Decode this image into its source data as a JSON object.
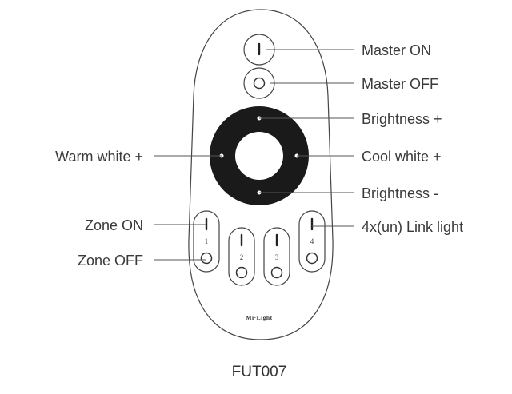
{
  "model_label": "FUT007",
  "brand_text": "Mi·Light",
  "labels": {
    "master_on": "Master ON",
    "master_off": "Master OFF",
    "brightness_up": "Brightness +",
    "cool_white_up": "Cool white +",
    "brightness_down": "Brightness -",
    "warm_white_up": "Warm white +",
    "zone_on": "Zone ON",
    "zone_off": "Zone OFF",
    "link_light": "4x(un) Link light"
  },
  "zones": [
    "1",
    "2",
    "3",
    "4"
  ],
  "colors": {
    "wheel": "#1a1a1a",
    "outline": "#444444",
    "text": "#3a3a3a"
  }
}
